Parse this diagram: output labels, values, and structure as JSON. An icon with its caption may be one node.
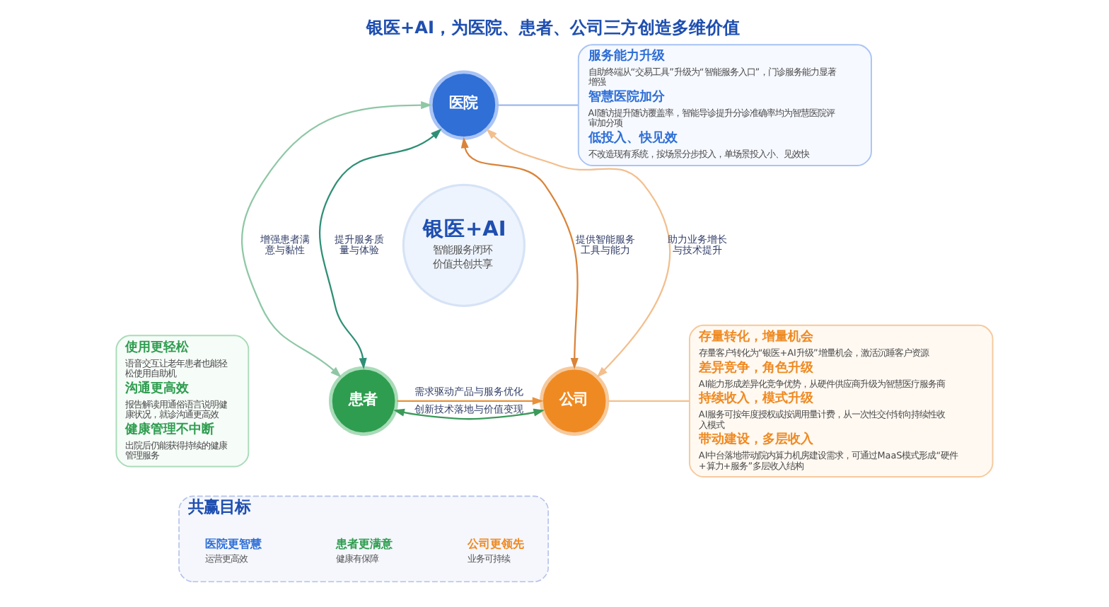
{
  "diagram": {
    "title": "银医+AI，为医院、患者、公司三方创造多维价值",
    "nodes": [
      {
        "text": [
          "医院"
        ]
      },
      {
        "text": [
          "服务能力升级",
          "自助终端从“交易工具”升级为“智能服务入口”，门诊服务能力显著增强",
          "智慧医院加分",
          "AI随访提升随访覆盖率，智能导诊提升分诊准确率均为智慧医院评审加分项",
          "低投入、快见效",
          "不改造现有系统，按场景分步投入，单场景投入小、见效快"
        ]
      },
      {
        "text": [
          "使用更轻松",
          "语音交互让老年患者也能轻松使用自助机",
          "沟通更高效",
          "报告解读用通俗语言说明健康状况，就诊沟通更高效",
          "健康管理不中断",
          "出院后仍能获得持续的健康管理服务"
        ]
      },
      {
        "text": [
          "银医+AI",
          "智能服务闭环",
          "价值共创共享"
        ]
      },
      {
        "text": [
          "患者"
        ]
      },
      {
        "text": [
          "公司"
        ]
      },
      {
        "text": [
          "存量转化，增量机会",
          "存量客户转化为“银医+AI升级”增量机会，激活沉睡客户资源",
          "差异竞争，角色升级",
          "AI能力形成差异化竞争优势，从硬件供应商升级为智慧医疗服务商",
          "持续收入，模式升级",
          "AI服务可按年度授权或按调用量计费，从一次性交付转向持续性收入模式",
          "带动建设，多层收入",
          "AI中台落地带动院内算力机房建设需求，可通过MaaS模式形成“硬件+算力+服务”多层收入结构"
        ]
      },
      {
        "text": [
          "共赢目标"
        ]
      },
      {
        "text": [
          "医院更智慧",
          "运营更高效"
        ],
        "in": 7
      },
      {
        "text": [
          "患者更满意",
          "健康有保障"
        ],
        "in": 7
      },
      {
        "text": [
          "公司更领先",
          "业务可持续"
        ],
        "in": 7
      }
    ],
    "edges": [
      {
        "from": 0,
        "to": 4,
        "arrow": "both",
        "label": "提升服务质量与体验",
        "color": "#2f8f76"
      },
      {
        "from": 0,
        "to": 4,
        "arrow": "both",
        "label": "增强患者满意与黏性",
        "color": "#8fc7a6"
      },
      {
        "from": 0,
        "to": 5,
        "arrow": "both",
        "label": "提供智能服务工具与能力",
        "color": "#d9843a"
      },
      {
        "from": 0,
        "to": 5,
        "arrow": "both",
        "label": "助力业务增长与技术提升",
        "color": "#f2bf8e"
      },
      {
        "from": 4,
        "to": 5,
        "arrow": "to",
        "label": "需求驱动产品与服务优化",
        "color": "#e8913a"
      },
      {
        "from": 4,
        "to": 5,
        "arrow": "both",
        "label": "创新技术落地与价值变现",
        "color": "#3c9a5a"
      },
      {
        "from": 0,
        "to": 1,
        "arrow": "none",
        "color": "#9db9ee"
      },
      {
        "from": 5,
        "to": 6,
        "arrow": "none",
        "color": "#f4c08e"
      }
    ]
  }
}
